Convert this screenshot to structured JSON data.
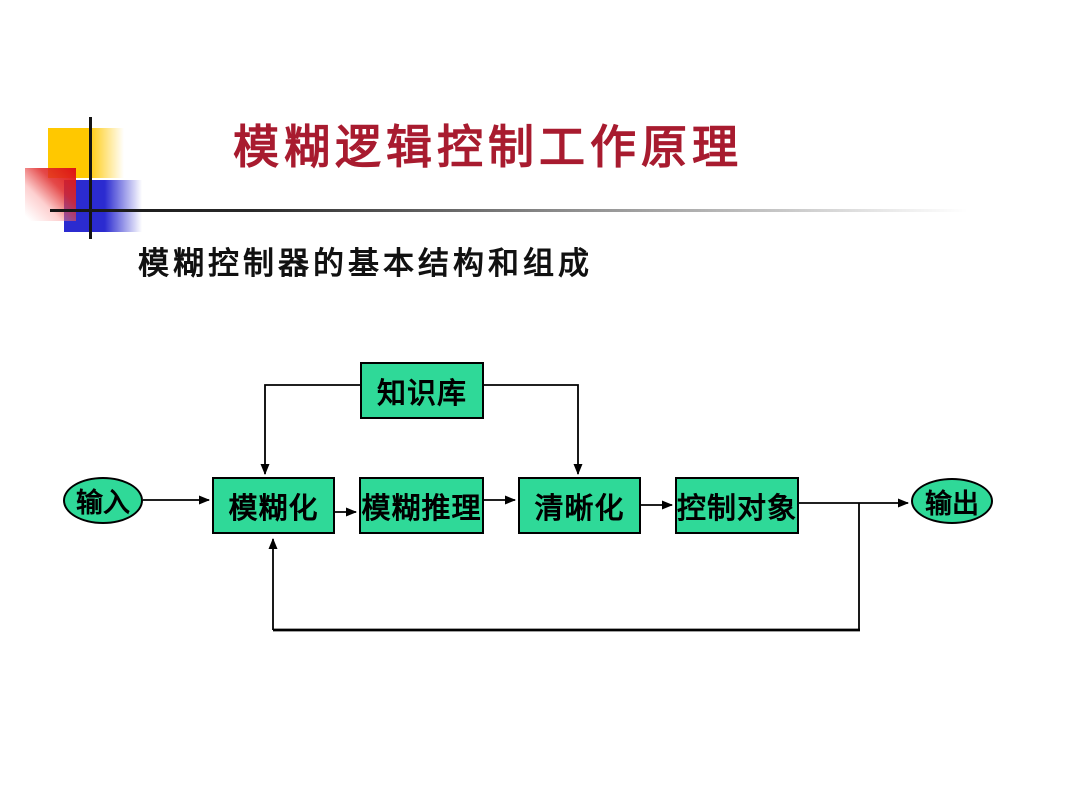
{
  "slide": {
    "title": "模糊逻辑控制工作原理",
    "subtitle": "模糊控制器的基本结构和组成"
  },
  "colors": {
    "title_red": "#A81B2F",
    "node_fill_green": "#2FD998",
    "node_border": "#000000",
    "decor_yellow": "#FFC800",
    "decor_blue": "#2B2BD0",
    "decor_red": "#DD1414"
  },
  "diagram": {
    "knowledge_base": {
      "label": "知识库",
      "shape": "rect"
    },
    "input": {
      "label": "输入",
      "shape": "ellipse"
    },
    "fuzzification": {
      "label": "模糊化",
      "shape": "rect"
    },
    "fuzzy_inference": {
      "label": "模糊推理",
      "shape": "rect"
    },
    "defuzzification": {
      "label": "清晰化",
      "shape": "rect"
    },
    "controlled_object": {
      "label": "控制对象",
      "shape": "rect"
    },
    "output": {
      "label": "输出",
      "shape": "ellipse"
    },
    "edges": [
      {
        "from": "input",
        "to": "fuzzification",
        "arrow": true
      },
      {
        "from": "fuzzification",
        "to": "fuzzy_inference",
        "arrow": true
      },
      {
        "from": "fuzzy_inference",
        "to": "defuzzification",
        "arrow": true
      },
      {
        "from": "defuzzification",
        "to": "controlled_object",
        "arrow": true
      },
      {
        "from": "controlled_object",
        "to": "output",
        "arrow": true
      },
      {
        "from": "knowledge_base",
        "to": "fuzzification",
        "arrow": true
      },
      {
        "from": "knowledge_base",
        "to": "defuzzification",
        "arrow": true
      },
      {
        "from": "controlled_object",
        "to": "fuzzification",
        "arrow": true,
        "note": "feedback loop along bottom"
      }
    ]
  }
}
